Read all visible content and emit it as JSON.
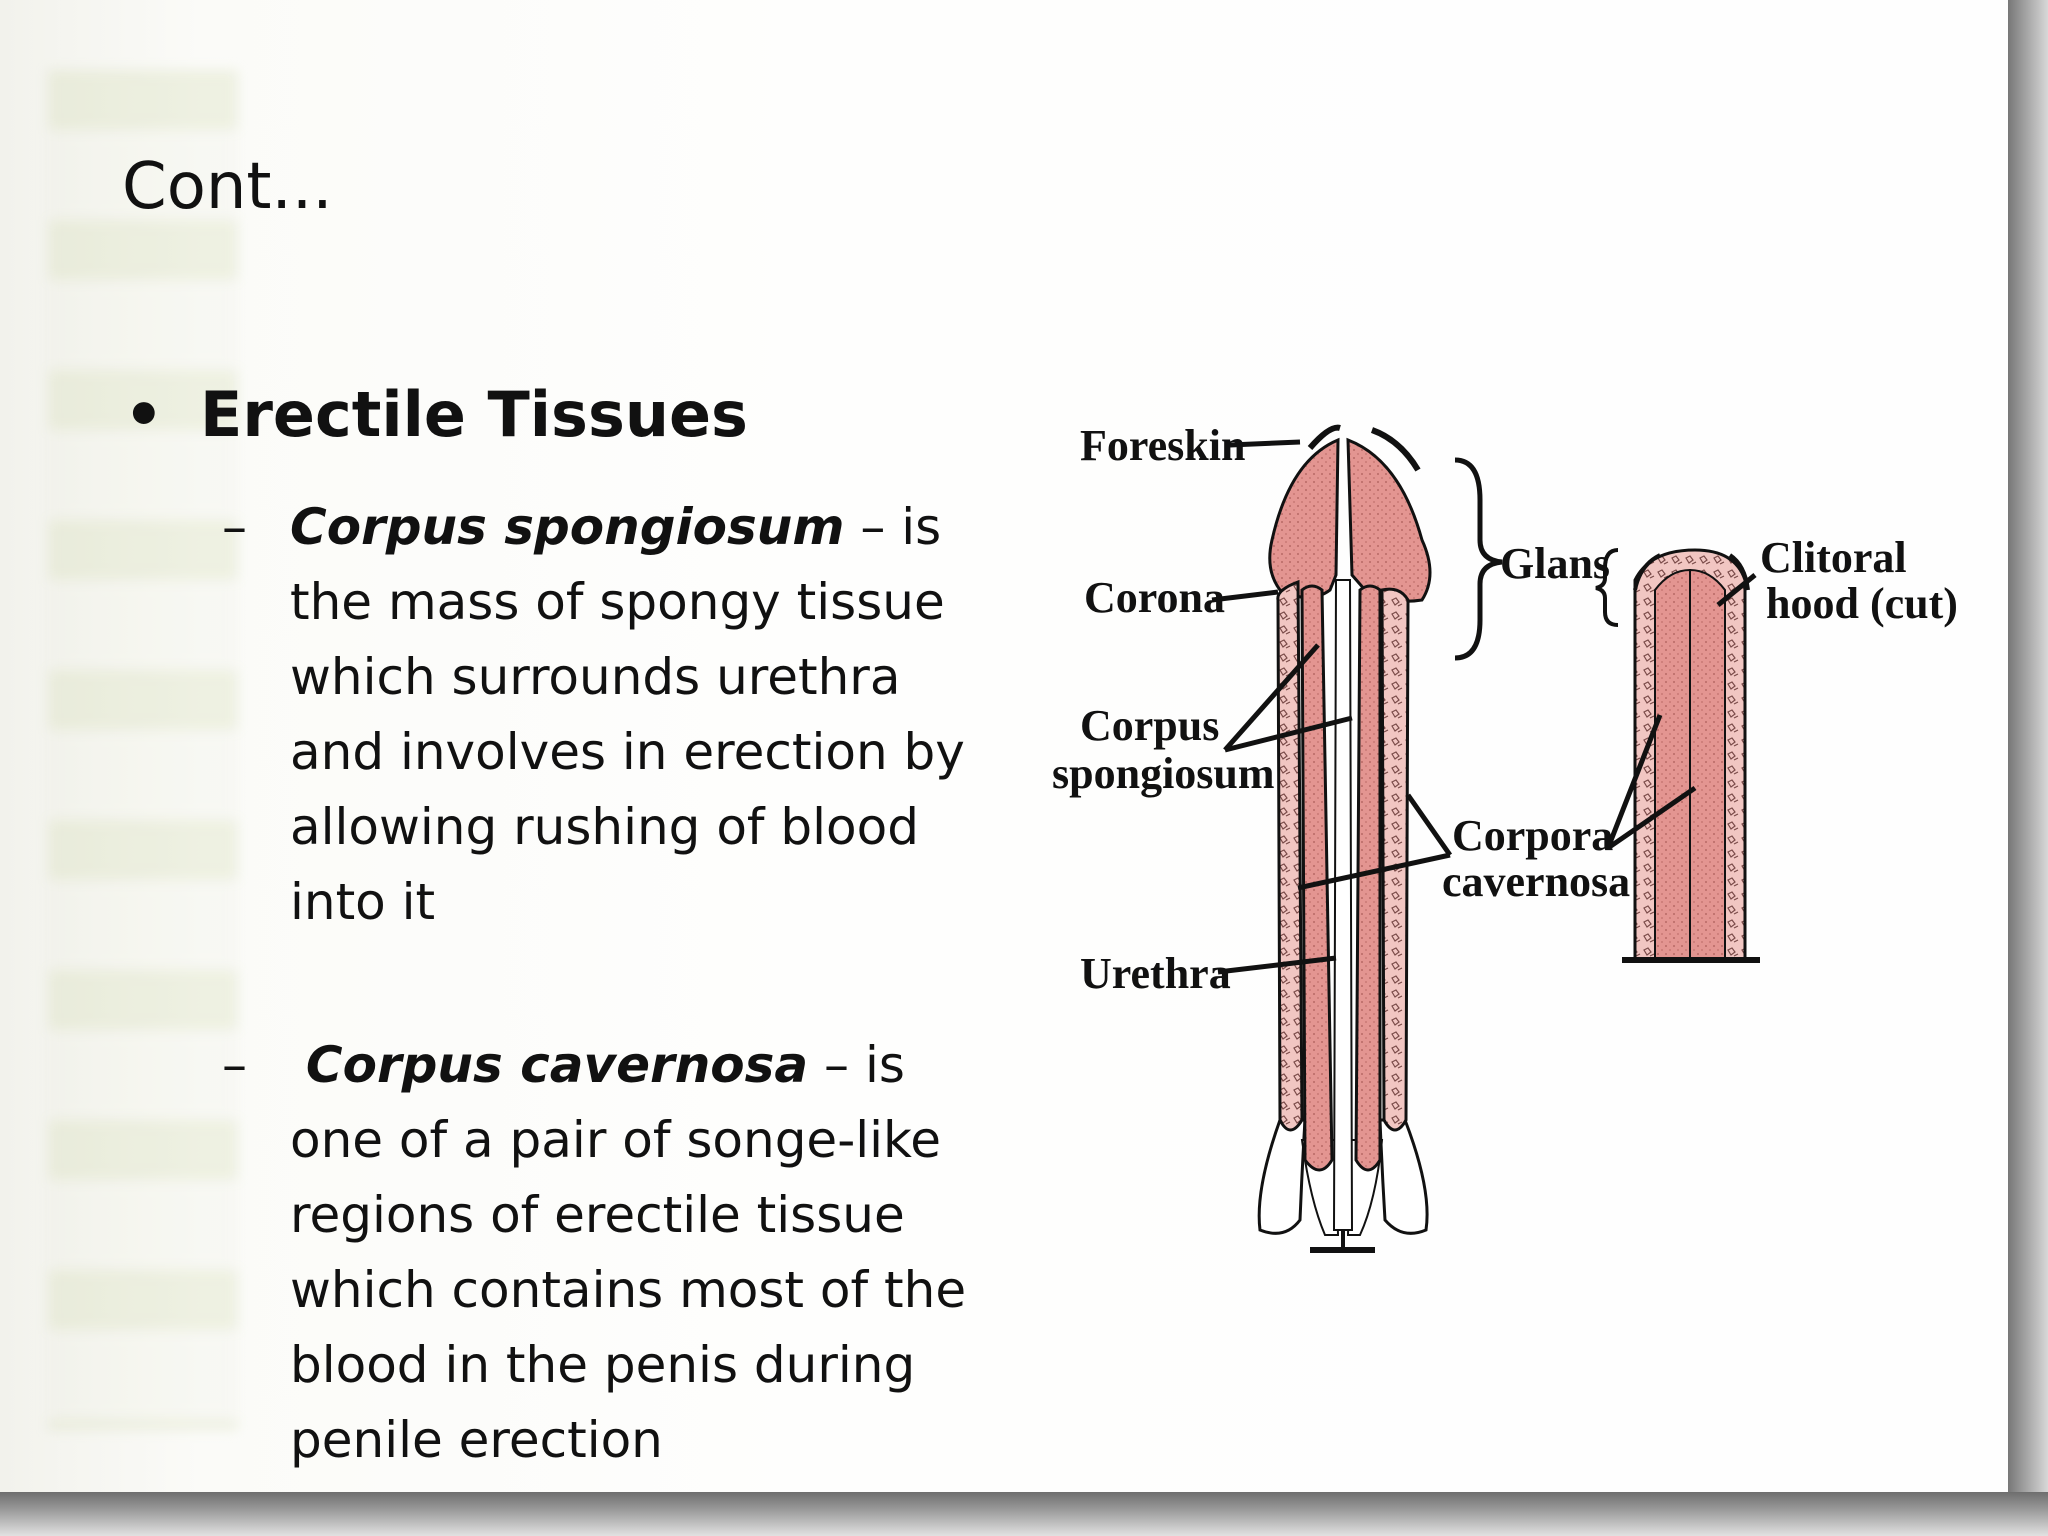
{
  "slide": {
    "title": "Cont...",
    "bullet": {
      "symbol": "•",
      "heading": "Erectile Tissues"
    },
    "items": [
      {
        "dash": "–",
        "term": "Corpus spongiosum",
        "sep": " – is",
        "lines": [
          "the mass of spongy tissue",
          "which surrounds urethra",
          "and involves in erection by",
          "allowing rushing of blood",
          "into it"
        ]
      },
      {
        "dash": "–",
        "term": "Corpus cavernosa",
        "sep": " – is",
        "lines": [
          "one of a pair of songe-like",
          "regions of erectile tissue",
          "which contains most of the",
          "blood in the penis during",
          "penile erection"
        ]
      }
    ]
  },
  "figure": {
    "labels": {
      "foreskin": "Foreskin",
      "glans": "Glans",
      "corona": "Corona",
      "corpus_1": "Corpus",
      "corpus_2": "spongiosum",
      "corpora_1": "Corpora",
      "corpora_2": "cavernosa",
      "urethra": "Urethra",
      "clitoral_1": "Clitoral",
      "clitoral_2": "hood (cut)"
    },
    "colors": {
      "tissue": "#e39591",
      "tissue_light": "#f1c6c2",
      "outline": "#111111"
    }
  }
}
